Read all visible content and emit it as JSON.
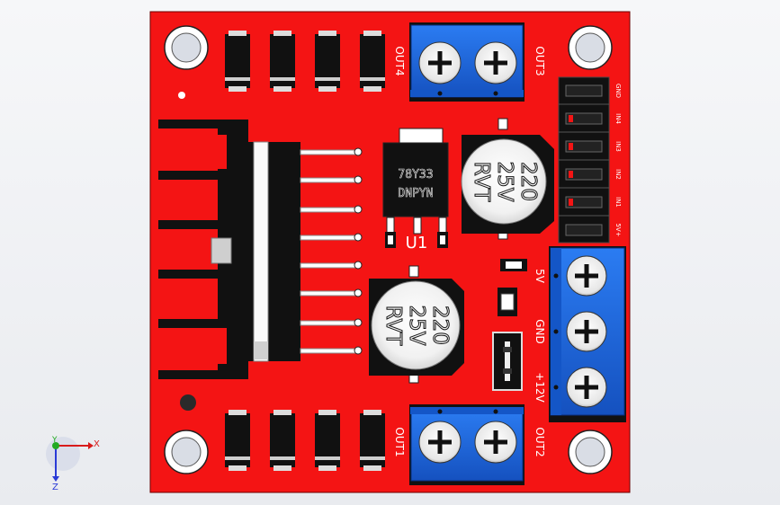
{
  "board": {
    "regulator_label": "U1",
    "regulator_text_line1": "78Y33",
    "regulator_text_line2": "DNPYN",
    "cap_top": {
      "l1": "220",
      "l2": "25V",
      "l3": "RVT"
    },
    "cap_bottom": {
      "l1": "220",
      "l2": "25V",
      "l3": "RVT"
    },
    "out_labels": {
      "out1": "OUT1",
      "out2": "OUT2",
      "out3": "OUT3",
      "out4": "OUT4"
    },
    "power_labels": {
      "v5": "5V",
      "gnd": "GND",
      "v12": "+12V"
    },
    "header_pins": [
      "GND",
      "IN4",
      "IN3",
      "IN2",
      "IN1",
      "5V+"
    ]
  },
  "triad": {
    "x_label": "X",
    "y_label": "Y",
    "z_label": "Z"
  },
  "colors": {
    "pcb": "#f41414",
    "terminal_blue": "#1e6fe6",
    "heatsink": "#111111"
  }
}
